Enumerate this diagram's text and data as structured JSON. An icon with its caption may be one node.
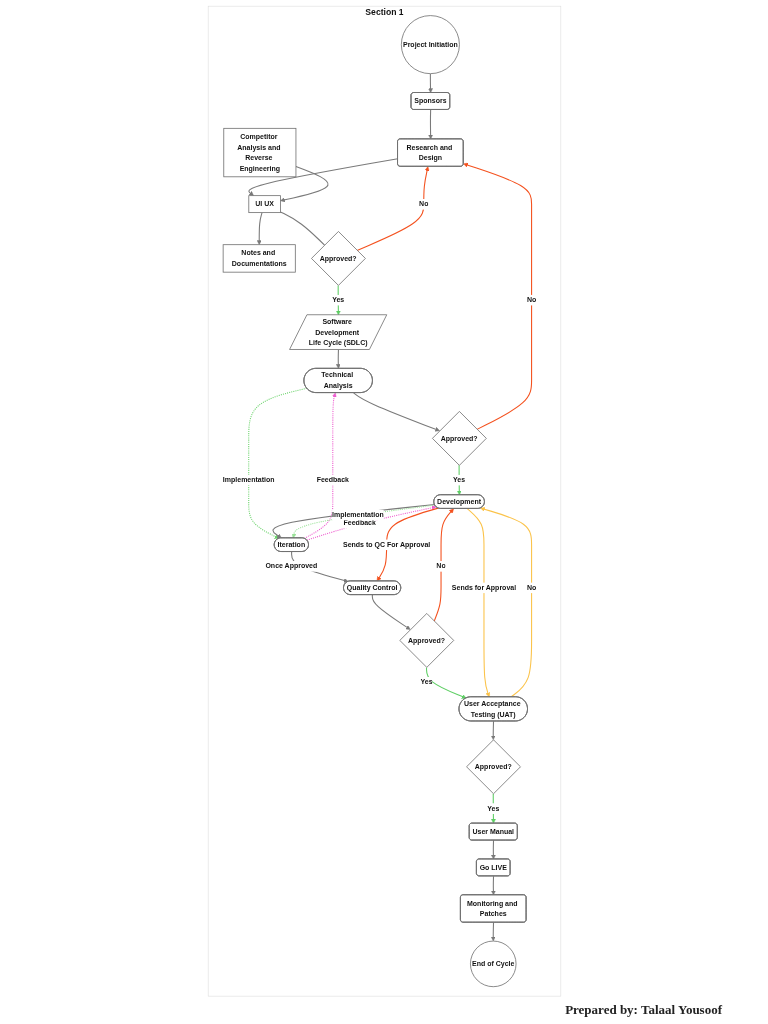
{
  "diagram": {
    "nodes": [
      {
        "text": [
          "Section 1"
        ]
      },
      {
        "text": [
          "Project Initiation"
        ],
        "in": 0
      },
      {
        "text": [
          "Sponsors"
        ],
        "in": 0
      },
      {
        "text": [
          "Research and Design"
        ],
        "in": 0
      },
      {
        "text": [
          "Competitor Analysis and Reverse Engineering"
        ],
        "in": 0
      },
      {
        "text": [
          "UI UX"
        ],
        "in": 0
      },
      {
        "text": [
          "Notes and Documentations"
        ],
        "in": 0
      },
      {
        "text": [
          "Approved?"
        ],
        "in": 0
      },
      {
        "text": [
          "Software Development Life Cycle (SDLC)"
        ],
        "in": 0
      },
      {
        "text": [
          "Technical Analysis"
        ],
        "in": 0
      },
      {
        "text": [
          "Approved?"
        ],
        "in": 0
      },
      {
        "text": [
          "Development"
        ],
        "in": 0
      },
      {
        "text": [
          "Iteration"
        ],
        "in": 0
      },
      {
        "text": [
          "Quality Control"
        ],
        "in": 0
      },
      {
        "text": [
          "Approved?"
        ],
        "in": 0
      },
      {
        "text": [
          "User Acceptance Testing (UAT)"
        ],
        "in": 0
      },
      {
        "text": [
          "Approved?"
        ],
        "in": 0
      },
      {
        "text": [
          "User Manual"
        ],
        "in": 0
      },
      {
        "text": [
          "Go LIVE"
        ],
        "in": 0
      },
      {
        "text": [
          "Monitoring and Patches"
        ],
        "in": 0
      },
      {
        "text": [
          "End of Cycle"
        ],
        "in": 0
      }
    ],
    "edges": [
      {
        "from": 1,
        "to": 2,
        "arrow": "to"
      },
      {
        "from": 2,
        "to": 3,
        "arrow": "to"
      },
      {
        "from": 3,
        "to": 5,
        "arrow": "to"
      },
      {
        "from": 4,
        "to": 5,
        "arrow": "to"
      },
      {
        "from": 5,
        "to": 6,
        "arrow": "to"
      },
      {
        "from": 5,
        "to": 7,
        "arrow": "none"
      },
      {
        "from": 7,
        "to": 3,
        "arrow": "to",
        "label": "No",
        "color": "#f4511e"
      },
      {
        "from": 7,
        "to": 8,
        "arrow": "to",
        "label": "Yes",
        "color": "#5fcf65"
      },
      {
        "from": 8,
        "to": 9,
        "arrow": "to"
      },
      {
        "from": 9,
        "to": 10,
        "arrow": "to"
      },
      {
        "from": 10,
        "to": 3,
        "arrow": "to",
        "label": "No",
        "color": "#f4511e"
      },
      {
        "from": 10,
        "to": 11,
        "arrow": "to",
        "label": "Yes",
        "color": "#5fcf65"
      },
      {
        "from": 12,
        "to": 9,
        "arrow": "to",
        "label": "Feedback",
        "style": "dashed",
        "color": "#ee5fd0"
      },
      {
        "from": 9,
        "to": 12,
        "arrow": "to",
        "label": "Implementation",
        "style": "dashed",
        "color": "#6fd46f"
      },
      {
        "from": 11,
        "to": 12,
        "arrow": "to"
      },
      {
        "from": 12,
        "to": 11,
        "arrow": "to",
        "label": "Feedback",
        "style": "dashed",
        "color": "#ee5fd0"
      },
      {
        "from": 11,
        "to": 12,
        "arrow": "to",
        "label": "Implementation",
        "style": "dashed",
        "color": "#9be39a"
      },
      {
        "from": 12,
        "to": 13,
        "arrow": "to",
        "label": "Once Approved"
      },
      {
        "from": 11,
        "to": 13,
        "arrow": "to",
        "label": "Sends to QC For Approval",
        "color": "#f4511e"
      },
      {
        "from": 13,
        "to": 14,
        "arrow": "to"
      },
      {
        "from": 14,
        "to": 11,
        "arrow": "to",
        "label": "No",
        "color": "#f4511e"
      },
      {
        "from": 14,
        "to": 15,
        "arrow": "to",
        "label": "Yes",
        "color": "#5fcf65"
      },
      {
        "from": 11,
        "to": 15,
        "arrow": "to",
        "label": "Sends for Approval",
        "color": "#fbc34a"
      },
      {
        "from": 15,
        "to": 11,
        "arrow": "to",
        "label": "No",
        "color": "#fbc34a"
      },
      {
        "from": 15,
        "to": 16,
        "arrow": "to"
      },
      {
        "from": 16,
        "to": 17,
        "arrow": "to",
        "label": "Yes",
        "color": "#5fcf65"
      },
      {
        "from": 17,
        "to": 18,
        "arrow": "to"
      },
      {
        "from": 18,
        "to": 19,
        "arrow": "to"
      },
      {
        "from": 19,
        "to": 20,
        "arrow": "to"
      }
    ],
    "labels": [
      "Prepared by: Talaal Yousoof"
    ]
  }
}
